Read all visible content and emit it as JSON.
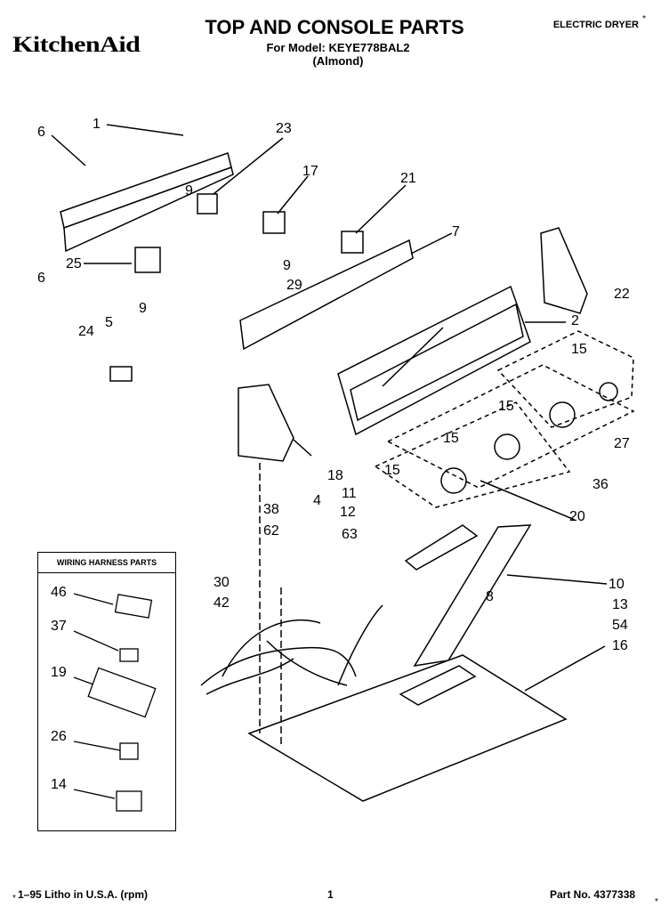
{
  "header": {
    "brand": "KitchenAid",
    "title": "TOP AND CONSOLE PARTS",
    "model_line": "For Model: KEYE778BAL2",
    "color_line": "(Almond)",
    "product_type": "ELECTRIC DRYER",
    "mark": "*"
  },
  "legend": {
    "heading": "WIRING HARNESS PARTS",
    "items": [
      "46",
      "37",
      "19",
      "26",
      "14"
    ]
  },
  "callouts": [
    "1",
    "6",
    "23",
    "17",
    "21",
    "9",
    "7",
    "25",
    "6",
    "9",
    "29",
    "22",
    "24",
    "5",
    "9",
    "2",
    "15",
    "15",
    "15",
    "15",
    "27",
    "18",
    "36",
    "4",
    "11",
    "12",
    "20",
    "38",
    "62",
    "63",
    "30",
    "42",
    "10",
    "8",
    "13",
    "54",
    "16"
  ],
  "footer": {
    "mark": "*",
    "litho": "1–95 Litho in U.S.A. (rpm)",
    "page": "1",
    "part_no": "Part No. 4377338"
  }
}
